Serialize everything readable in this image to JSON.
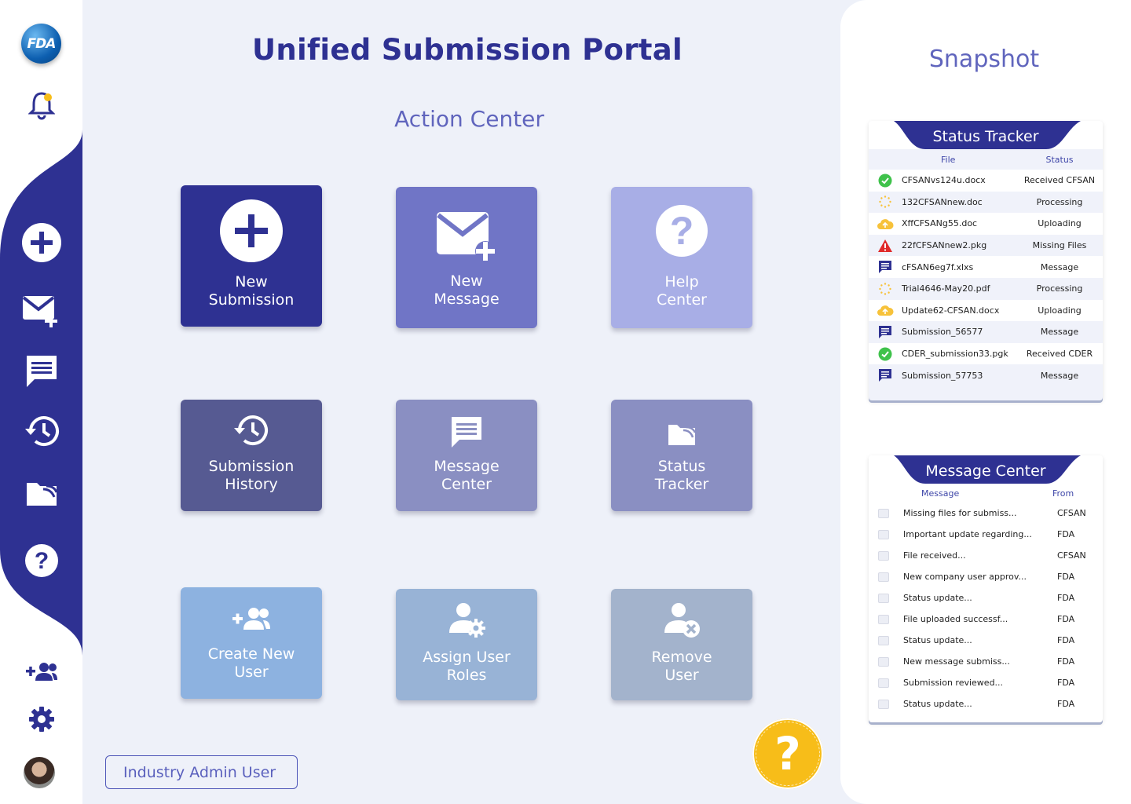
{
  "sidebar": {
    "logo_text": "FDA",
    "items": [
      {
        "name": "notifications-bell-icon"
      },
      {
        "name": "new-submission-icon"
      },
      {
        "name": "new-message-icon"
      },
      {
        "name": "message-center-icon"
      },
      {
        "name": "submission-history-icon"
      },
      {
        "name": "status-tracker-icon"
      },
      {
        "name": "help-icon"
      },
      {
        "name": "create-user-icon"
      },
      {
        "name": "settings-icon"
      }
    ],
    "colors": {
      "accent": "#2e3192",
      "notification_dot": "#f7bd19"
    }
  },
  "main": {
    "title": "Unified Submission Portal",
    "section_title": "Action Center",
    "tiles": [
      {
        "label": "New\nSubmission",
        "icon": "plus-circle-icon",
        "color": "#2e3192"
      },
      {
        "label": "New\nMessage",
        "icon": "mail-plus-icon",
        "color": "#7075c6"
      },
      {
        "label": "Help\nCenter",
        "icon": "help-circle-icon",
        "color": "#a8aee6"
      },
      {
        "label": "Submission\nHistory",
        "icon": "history-icon",
        "color": "#565a92"
      },
      {
        "label": "Message\nCenter",
        "icon": "message-icon",
        "color": "#8a8fc2"
      },
      {
        "label": "Status\nTracker",
        "icon": "folder-icon",
        "color": "#8a8fc2"
      },
      {
        "label": "Create New\nUser",
        "icon": "add-users-icon",
        "color": "#8db2e0"
      },
      {
        "label": "Assign User\nRoles",
        "icon": "user-gear-icon",
        "color": "#98b3d6"
      },
      {
        "label": "Remove\nUser",
        "icon": "user-remove-icon",
        "color": "#a3b3cc"
      }
    ],
    "user_label": "Industry Admin User",
    "help_fab": "?"
  },
  "snapshot": {
    "title": "Snapshot",
    "status_tracker": {
      "title": "Status Tracker",
      "col_file": "File",
      "col_status": "Status",
      "rows": [
        {
          "icon": "check",
          "file": "CFSANvs124u.docx",
          "status": "Received CFSAN"
        },
        {
          "icon": "spinner",
          "file": "132CFSANnew.doc",
          "status": "Processing"
        },
        {
          "icon": "cloud",
          "file": "XffCFSANg55.doc",
          "status": "Uploading"
        },
        {
          "icon": "warning",
          "file": "22fCFSANnew2.pkg",
          "status": "Missing Files"
        },
        {
          "icon": "message",
          "file": "cFSAN6eg7f.xlxs",
          "status": "Message"
        },
        {
          "icon": "spinner",
          "file": "Trial4646-May20.pdf",
          "status": "Processing"
        },
        {
          "icon": "cloud",
          "file": "Update62-CFSAN.docx",
          "status": "Uploading"
        },
        {
          "icon": "message",
          "file": "Submission_56577",
          "status": "Message"
        },
        {
          "icon": "check",
          "file": "CDER_submission33.pgk",
          "status": "Received CDER"
        },
        {
          "icon": "message",
          "file": "Submission_57753",
          "status": "Message"
        }
      ]
    },
    "message_center": {
      "title": "Message Center",
      "col_message": "Message",
      "col_from": "From",
      "rows": [
        {
          "message": "Missing files for submiss...",
          "from": "CFSAN"
        },
        {
          "message": "Important update regarding...",
          "from": "FDA"
        },
        {
          "message": "File received...",
          "from": "CFSAN"
        },
        {
          "message": "New company user approv...",
          "from": "FDA"
        },
        {
          "message": "Status update...",
          "from": "FDA"
        },
        {
          "message": "File uploaded successf...",
          "from": "FDA"
        },
        {
          "message": "Status update...",
          "from": "FDA"
        },
        {
          "message": "New message submiss...",
          "from": "FDA"
        },
        {
          "message": "Submission reviewed...",
          "from": "FDA"
        },
        {
          "message": "Status update...",
          "from": "FDA"
        }
      ]
    }
  }
}
